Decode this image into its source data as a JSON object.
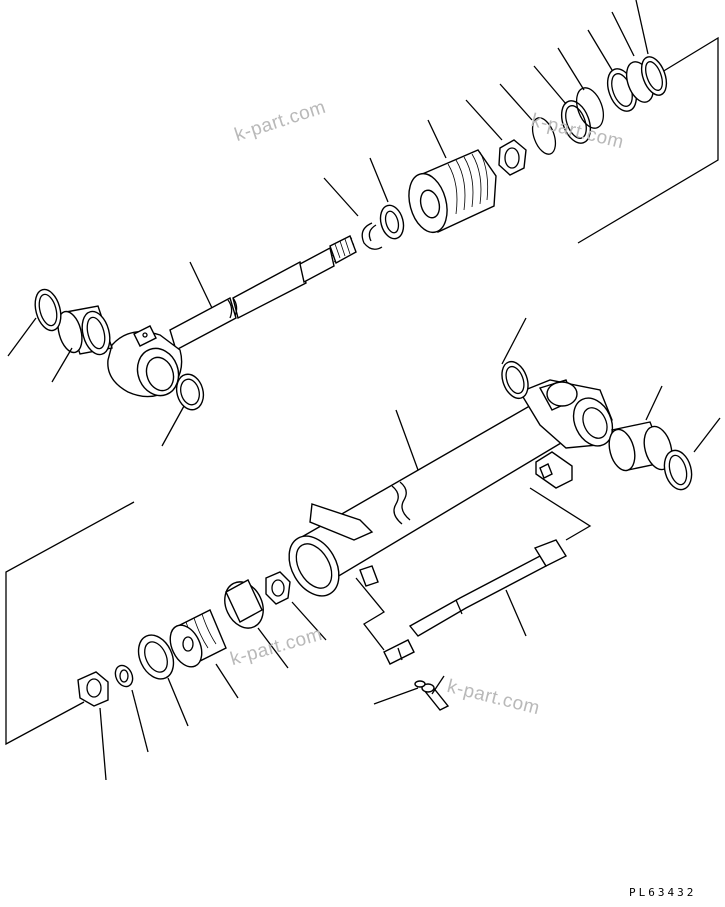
{
  "drawing_code": "PL63432",
  "watermarks": [
    "k-part.com",
    "k-part.com",
    "k-part.com",
    "k-part.com"
  ]
}
